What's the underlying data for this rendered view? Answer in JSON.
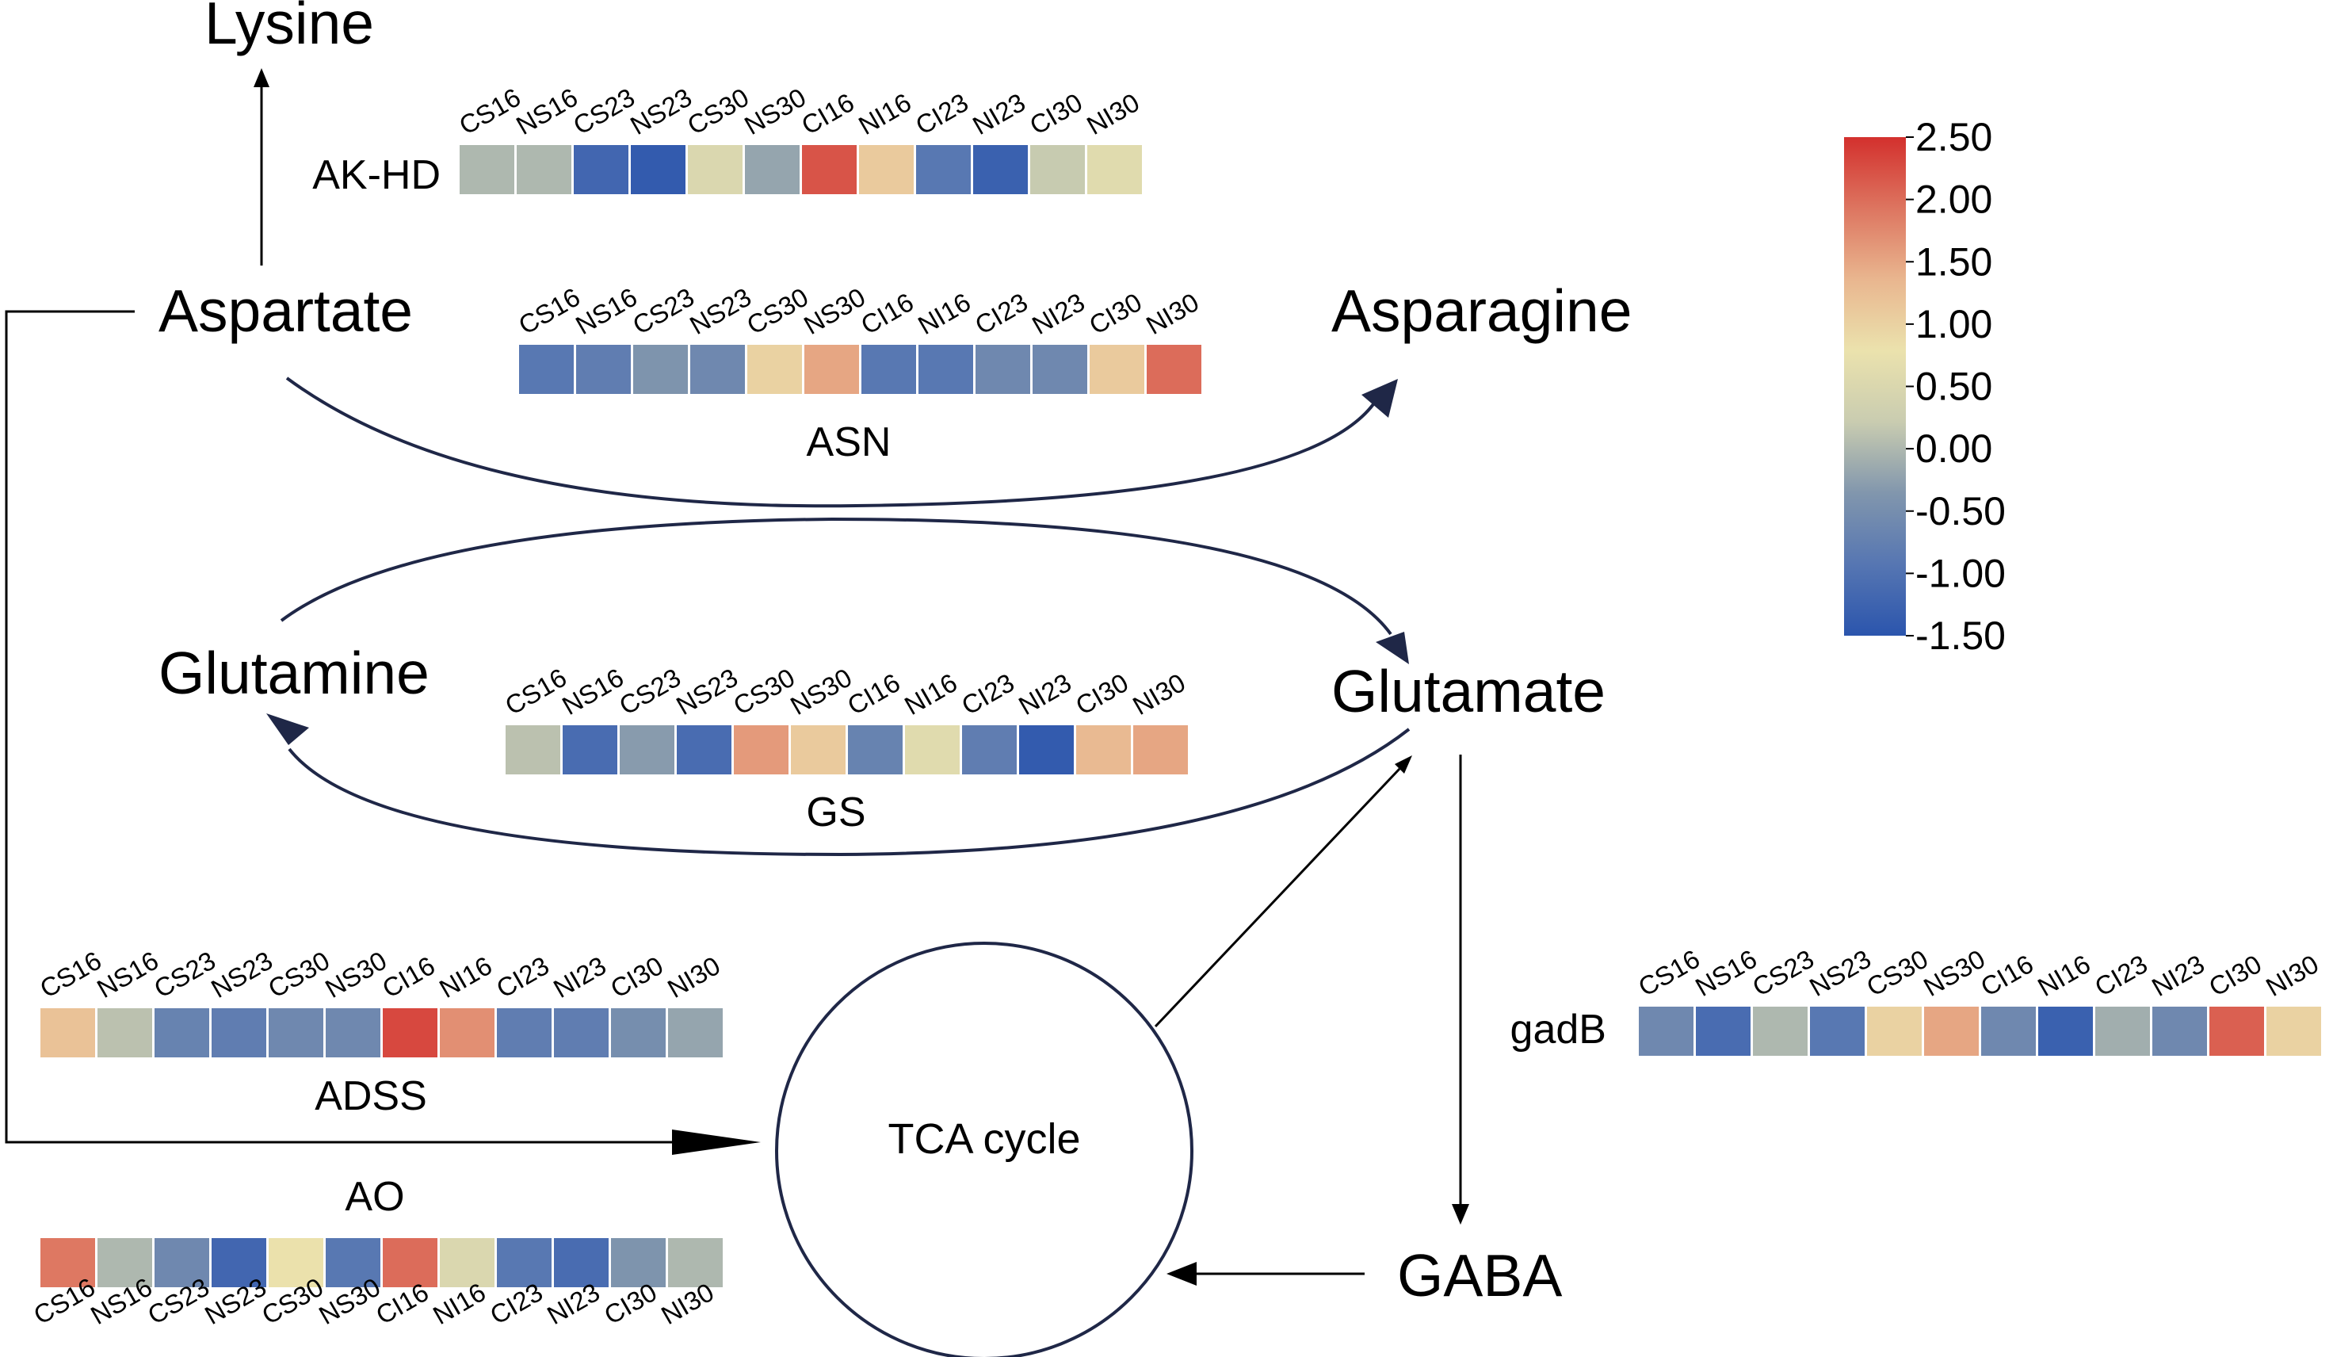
{
  "colors": {
    "scale": [
      "#2b55ad",
      "#5676b2",
      "#8196ad",
      "#c9ccb0",
      "#ebe2ad",
      "#e9b68f",
      "#dd7560",
      "#d3302d"
    ],
    "line": "#000000",
    "curve_arrow": "#1f2747"
  },
  "nodes": {
    "lysine": "Lysine",
    "aspartate": "Aspartate",
    "asparagine": "Asparagine",
    "glutamine": "Glutamine",
    "glutamate": "Glutamate",
    "tca": "TCA cycle",
    "gaba": "GABA"
  },
  "samples": [
    "CS16",
    "NS16",
    "CS23",
    "NS23",
    "CS30",
    "NS30",
    "CI16",
    "NI16",
    "CI23",
    "NI23",
    "CI30",
    "NI30"
  ],
  "colorbar": {
    "ticks": [
      "2.50",
      "2.00",
      "1.50",
      "1.00",
      "0.50",
      "0.00",
      "-0.50",
      "-1.00",
      "-1.50"
    ],
    "range": [
      -1.5,
      2.5
    ]
  },
  "heatmaps": [
    {
      "label": "AK-HD",
      "values": [
        0.0,
        0.0,
        -1.2,
        -1.4,
        0.5,
        -0.2,
        2.2,
        1.1,
        -0.9,
        -1.3,
        0.2,
        0.6
      ]
    },
    {
      "label": "ASN",
      "values": [
        -0.9,
        -0.8,
        -0.4,
        -0.6,
        1.0,
        1.5,
        -0.9,
        -0.9,
        -0.6,
        -0.6,
        1.1,
        2.0
      ]
    },
    {
      "label": "GS",
      "values": [
        0.1,
        -1.1,
        -0.3,
        -1.1,
        1.6,
        1.1,
        -0.7,
        0.6,
        -0.8,
        -1.4,
        1.3,
        1.5
      ]
    },
    {
      "label": "gadB",
      "values": [
        -0.6,
        -1.1,
        0.0,
        -0.9,
        1.0,
        1.5,
        -0.6,
        -1.3,
        -0.1,
        -0.6,
        2.1,
        1.0
      ]
    },
    {
      "label": "ADSS",
      "values": [
        1.2,
        0.1,
        -0.7,
        -0.8,
        -0.6,
        -0.6,
        2.3,
        1.7,
        -0.8,
        -0.8,
        -0.5,
        -0.2
      ]
    },
    {
      "label": "AO",
      "values": [
        1.9,
        0.0,
        -0.6,
        -1.2,
        0.8,
        -0.9,
        2.0,
        0.5,
        -0.9,
        -1.1,
        -0.4,
        0.0
      ]
    }
  ]
}
